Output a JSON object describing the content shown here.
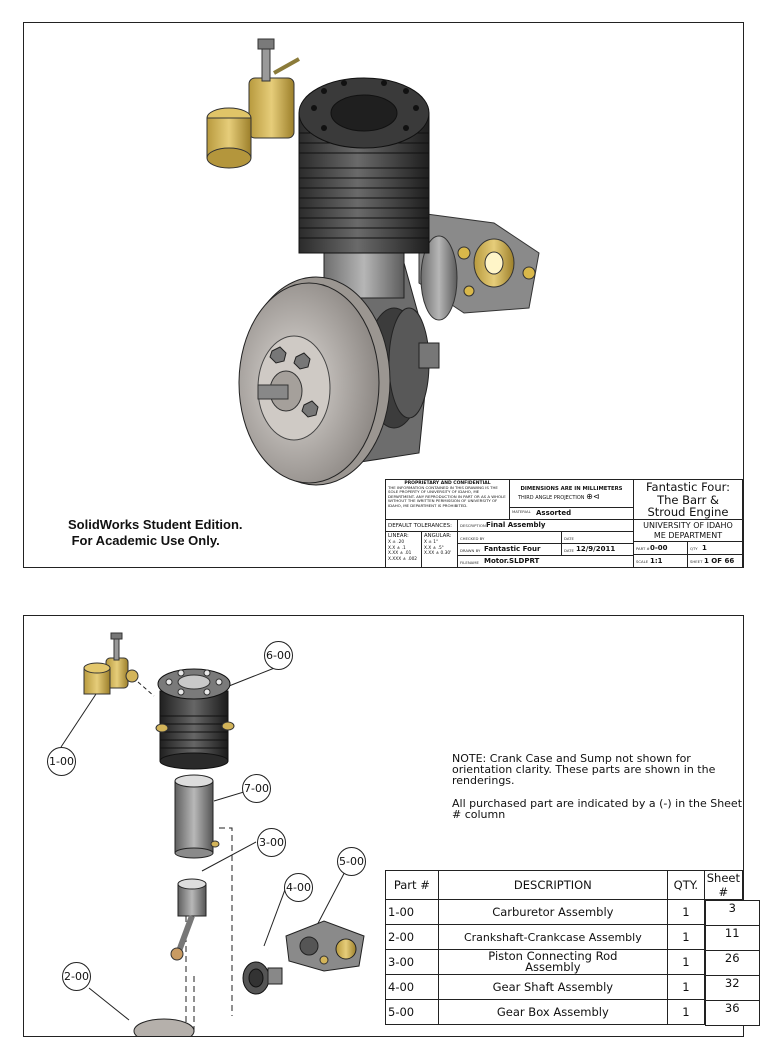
{
  "sheet1": {
    "edition_line1": "SolidWorks Student Edition.",
    "edition_line2": " For Academic Use Only.",
    "title_block": {
      "proprietary_heading": "PROPRIETARY AND CONFIDENTIAL",
      "proprietary_text": "THE INFORMATION CONTAINED IN THIS DRAWING IS THE SOLE PROPERTY OF UNIVERSITY OF IDAHO, ME DEPARTMENT. ANY REPRODUCTION IN PART OR AS A WHOLE WITHOUT THE WRITTEN PERMISSION OF UNIVERSITY OF IDAHO, ME DEPARTMENT IS PROHIBITED.",
      "dimensions": "DIMENSIONS ARE IN MILLIMETERS",
      "projection": "THIRD ANGLE PROJECTION",
      "material_label": "MATERIAL",
      "material": "Assorted",
      "title_line1": "Fantastic Four:",
      "title_line2": "The Barr &",
      "title_line3": "Stroud Engine",
      "default_tolerances": "DEFAULT TOLERANCES:",
      "description_label": "DESCRIPTION",
      "description": "Final Assembly",
      "university": "UNIVERSITY OF IDAHO",
      "department": "ME DEPARTMENT",
      "linear_label": "LINEAR:",
      "linear_values": "X ± .20\nX.X ± .1\nX.XX ± .01\nX.XXX ± .002",
      "angular_label": "ANGULAR:",
      "angular_values": "X ± 1°\nX.X ± .5°\nX.XX ± 0.30'",
      "checked_label": "CHECKED BY",
      "date_label": "DATE",
      "drawn_label": "DRAWN BY",
      "drawn_by": "Fantastic Four",
      "date": "12/9/2011",
      "filename_label": "FILENAME",
      "filename": "Motor.SLDPRT",
      "part_label": "PART #",
      "part": "0-00",
      "qty_label": "QTY",
      "qty": "1",
      "scale_label": "SCALE",
      "scale": "1:1",
      "sheet_label": "SHEET",
      "sheet": "1 OF 66"
    }
  },
  "sheet2": {
    "note1": "NOTE: Crank Case and Sump not shown for orientation clarity.  These parts are shown in the renderings.",
    "note2": "All purchased part are indicated by a (-) in the Sheet # column",
    "balloons": [
      "6-00",
      "1-00",
      "7-00",
      "3-00",
      "5-00",
      "4-00",
      "2-00"
    ],
    "table": {
      "headers": [
        "Part #",
        "DESCRIPTION",
        "QTY.",
        "Sheet #"
      ],
      "rows": [
        [
          "1-00",
          "Carburetor Assembly",
          "1",
          "3"
        ],
        [
          "2-00",
          "Crankshaft-Crankcase Assembly",
          "1",
          "11"
        ],
        [
          "3-00",
          "Piston Connecting Rod Assembly",
          "1",
          "26"
        ],
        [
          "4-00",
          "Gear Shaft Assembly",
          "1",
          "32"
        ],
        [
          "5-00",
          "Gear Box Assembly",
          "1",
          "36"
        ]
      ]
    }
  }
}
